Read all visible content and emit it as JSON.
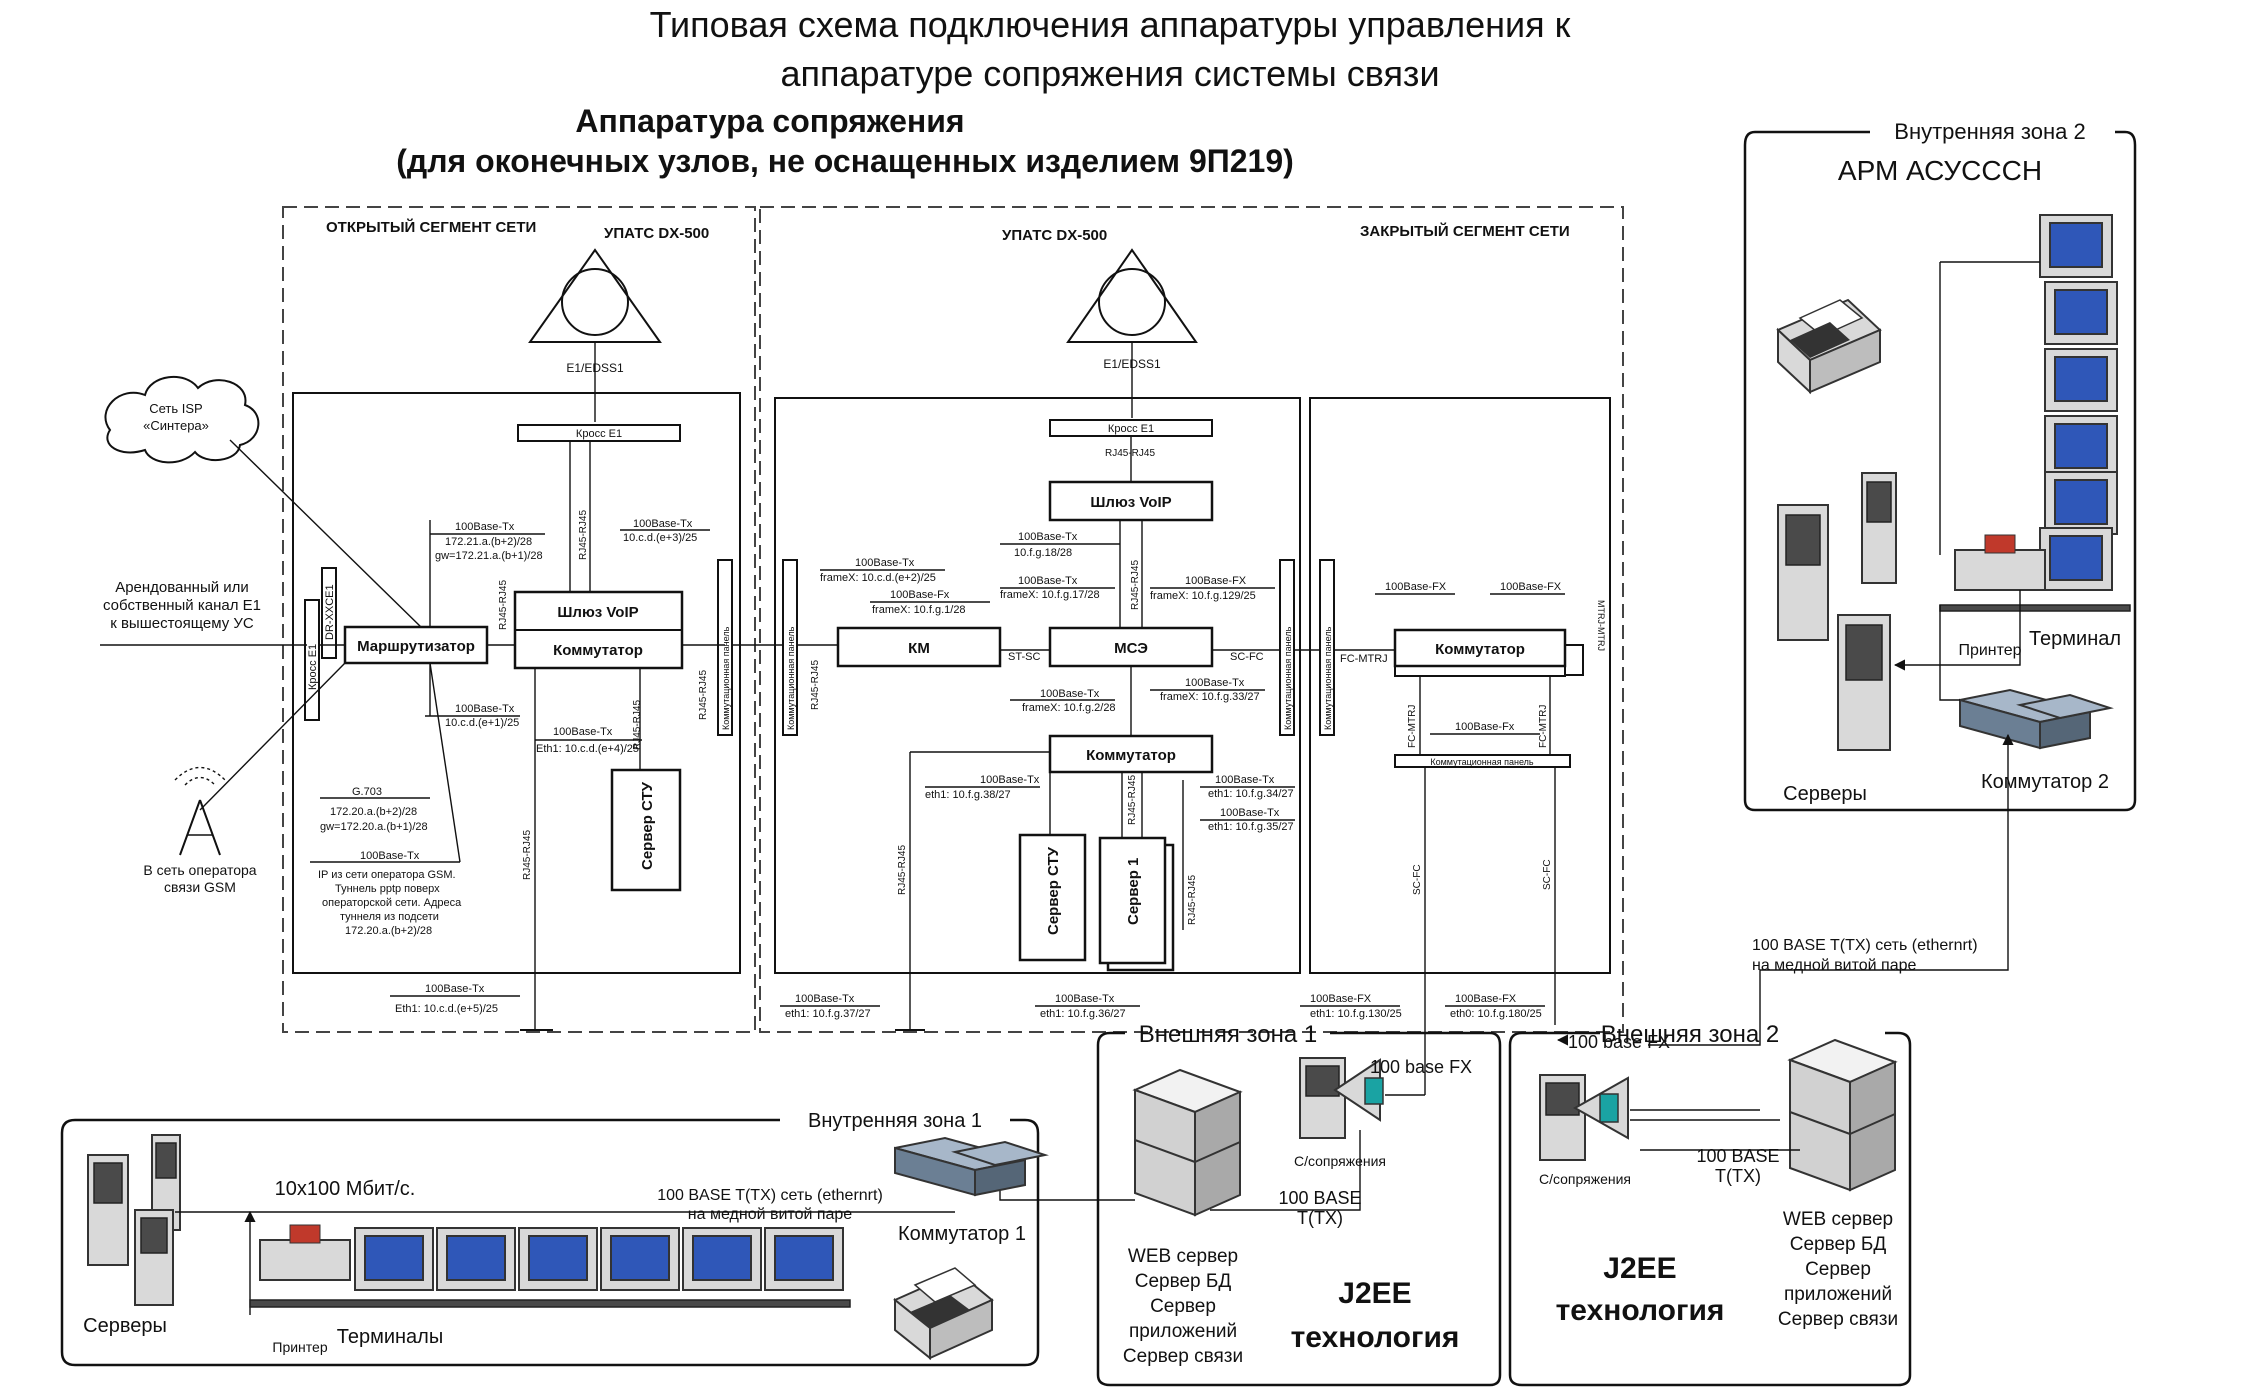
{
  "title": {
    "line1": "Типовая схема подключения аппаратуры управления к",
    "line2": "аппаратуре сопряжения системы связи"
  },
  "subtitle": {
    "line1": "Аппаратура сопряжения",
    "line2": "(для оконечных узлов, не оснащенных изделием 9П219)"
  },
  "segments": {
    "open": "ОТКРЫТЫЙ СЕГМЕНТ СЕТИ",
    "closed": "ЗАКРЫТЫЙ СЕГМЕНТ СЕТИ"
  },
  "upats": {
    "left_label": "УПАТС DX-500",
    "right_label": "УПАТС DX-500",
    "left_port": "E1/EDSS1",
    "right_port": "E1/EDSS1"
  },
  "left": {
    "kross": "Кросс E1",
    "router": "Маршрутизатор",
    "gateway": "Шлюз VoIP",
    "switch": "Коммутатор",
    "server_stu": "Сервер СТУ",
    "kross_e1_vert": "Кросс E1",
    "xc_vert": "DR-XXCE1",
    "panel_vert": "Коммутационная панель",
    "rj_a": "RJ45-RJ45",
    "rj_b": "RJ45-RJ45",
    "rj_c": "RJ45-RJ45",
    "rj_d": "RJ45-RJ45",
    "rj_e": "RJ45-RJ45",
    "isp_cloud_1": "Сеть ISP",
    "isp_cloud_2": "«Синтера»",
    "rent_1": "Арендованный или",
    "rent_2": "собственный канал E1",
    "rent_3": "к вышестоящему УС",
    "gsm_1": "В сеть оператора",
    "gsm_2": "связи GSM",
    "lbl1_a": "100Base-Tx",
    "lbl1_b": "172.21.a.(b+2)/28",
    "lbl1_c": "gw=172.21.a.(b+1)/28",
    "lbl2_a": "100Base-Tx",
    "lbl2_b": "10.c.d.(e+3)/25",
    "lbl3_a": "100Base-Tx",
    "lbl3_b": "10.c.d.(e+1)/25",
    "lbl4_a": "100Base-Tx",
    "lbl4_b": "Eth1: 10.c.d.(e+4)/25",
    "lbl5_a": "G.703",
    "lbl5_b": "172.20.a.(b+2)/28",
    "lbl5_c": "gw=172.20.a.(b+1)/28",
    "lbl6_a": "100Base-Tx",
    "lbl6_b": "IP из сети оператора GSM.",
    "lbl6_c": "Туннель pptp поверх",
    "lbl6_d": "операторской сети. Адреса",
    "lbl6_e": "туннеля из подсети",
    "lbl6_f": "172.20.a.(b+2)/28",
    "lbl7_a": "100Base-Tx",
    "lbl7_b": "Eth1: 10.c.d.(e+5)/25"
  },
  "middle": {
    "kross": "Кросс E1",
    "rj_top": "RJ45-RJ45",
    "gateway": "Шлюз VoIP",
    "km": "КМ",
    "mse": "МСЭ",
    "switch": "Коммутатор",
    "server_stu": "Сервер СТУ",
    "server_1": "Сервер 1",
    "st_sc": "ST-SC",
    "sc_fc": "SC-FC",
    "panel_left": "Коммутационная панель",
    "panel_right": "Коммутационная панель",
    "rj_a": "RJ45-RJ45",
    "rj_b": "RJ45-RJ45",
    "rj_c": "RJ45-RJ45",
    "rj_d": "RJ45-RJ45",
    "rj_e": "RJ45-RJ45",
    "m1_a": "100Base-Tx",
    "m1_b": "frameX: 10.c.d.(e+2)/25",
    "m2_a": "100Base-Fx",
    "m2_b": "frameX: 10.f.g.1/28",
    "m3_a": "100Base-Tx",
    "m3_b": "10.f.g.18/28",
    "m4_a": "100Base-Tx",
    "m4_b": "frameX: 10.f.g.17/28",
    "m5_a": "100Base-FX",
    "m5_b": "frameX: 10.f.g.129/25",
    "m6_a": "100Base-Tx",
    "m6_b": "frameX: 10.f.g.2/28",
    "m7_a": "100Base-Tx",
    "m7_b": "frameX: 10.f.g.33/27",
    "m8_a": "100Base-Tx",
    "m8_b": "eth1: 10.f.g.38/27",
    "m9_a": "100Base-Tx",
    "m9_b": "eth1: 10.f.g.34/27",
    "m10_a": "100Base-Tx",
    "m10_b": "eth1: 10.f.g.35/27",
    "m11_a": "100Base-Tx",
    "m11_b": "eth1: 10.f.g.37/27",
    "m12_a": "100Base-Tx",
    "m12_b": "eth1: 10.f.g.36/27"
  },
  "closed": {
    "switch": "Коммутатор",
    "fx1": "100Base-FX",
    "fx2": "100Base-FX",
    "fx3": "100Base-Fx",
    "fc_mtrj": "FC-MTRJ",
    "fc_mtrj_v1": "FC-MTRJ",
    "fc_mtrj_v2": "FC-MTRJ",
    "mtrj_v": "MTRJ-MTRJ",
    "panel": "Коммутационная панель",
    "sc_fc_1": "SC-FC",
    "sc_fc_2": "SC-FC",
    "c1_a": "100Base-FX",
    "c1_b": "eth1: 10.f.g.130/25",
    "c2_a": "100Base-FX",
    "c2_b": "eth0: 10.f.g.180/25"
  },
  "zone_int2": {
    "title": "Внутренняя зона 2",
    "arm": "АРМ АСУСССН",
    "printer": "Принтер",
    "terminal": "Терминал",
    "servers": "Серверы",
    "switch2": "Коммутатор 2",
    "link_1": "100 BASE T(TX) сеть (ethernrt)",
    "link_2": "на медной витой паре"
  },
  "zone_ext1": {
    "title": "Внешняя зона 1",
    "fx": "100 base FX",
    "sopr": "С/сопряжения",
    "base_1": "100 BASE",
    "base_2": "T(TX)",
    "srv_1": "WEB сервер",
    "srv_2": "Сервер БД",
    "srv_3": "Сервер",
    "srv_4": "приложений",
    "srv_5": "Сервер связи",
    "j2ee_1": "J2EE",
    "j2ee_2": "технология"
  },
  "zone_ext2": {
    "title": "Внешняя зона 2",
    "fx": "100 base FX",
    "sopr": "С/сопряжения",
    "base_1": "100 BASE",
    "base_2": "T(TX)",
    "srv_1": "WEB сервер",
    "srv_2": "Сервер БД",
    "srv_3": "Сервер",
    "srv_4": "приложений",
    "srv_5": "Сервер связи",
    "j2ee_1": "J2EE",
    "j2ee_2": "технология"
  },
  "zone_int1": {
    "title": "Внутренняя зона 1",
    "speed": "10x100 Мбит/с.",
    "link_1": "100 BASE T(TX) сеть (ethernrt)",
    "link_2": "на медной витой паре",
    "switch1": "Коммутатор 1",
    "servers": "Серверы",
    "printer": "Принтер",
    "terminals": "Терминалы"
  },
  "colors": {
    "monitor": "#2f57b8",
    "accent": "#1aa3a3"
  }
}
